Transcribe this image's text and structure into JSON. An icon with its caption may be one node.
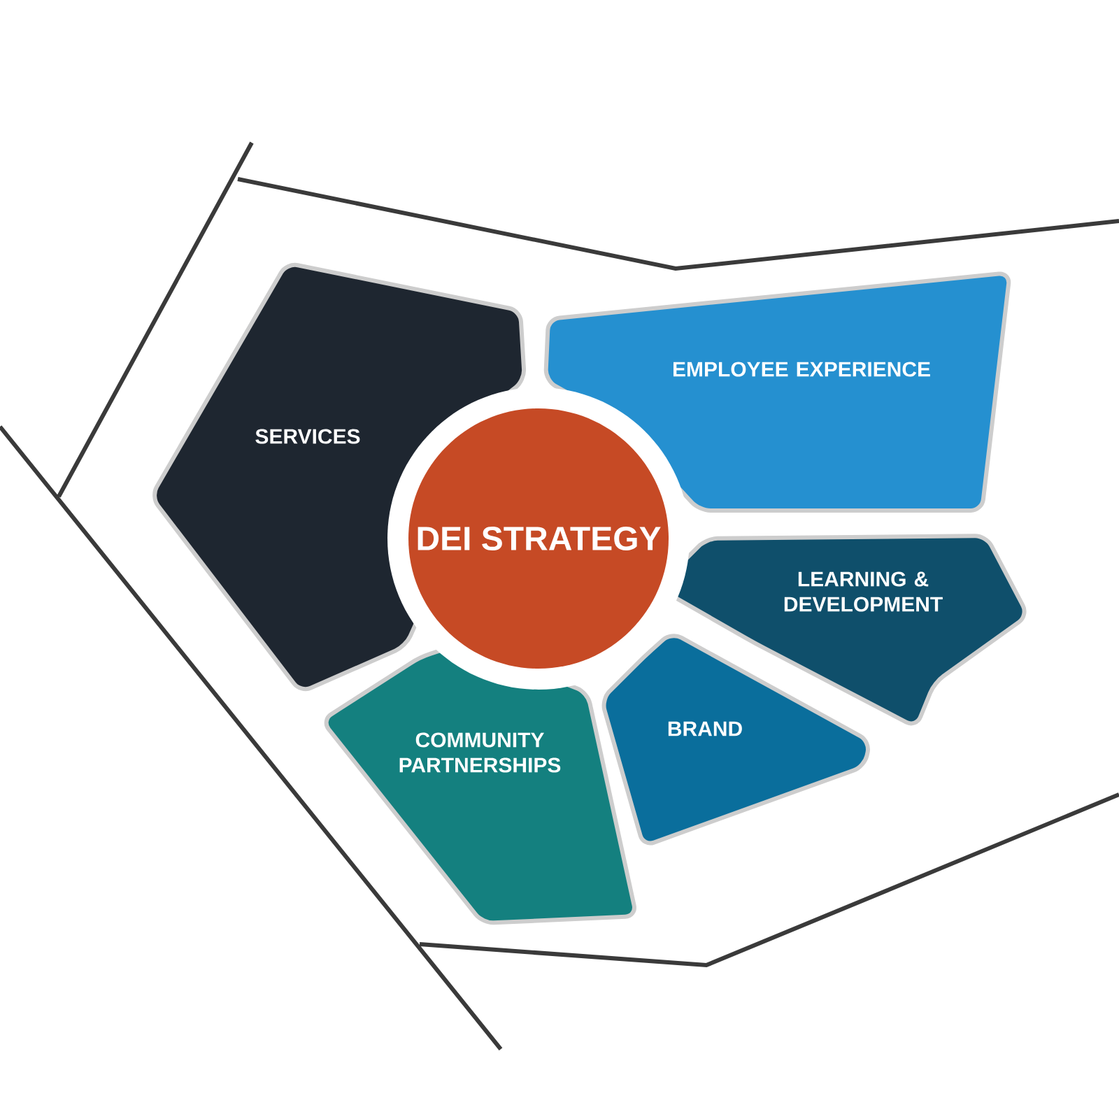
{
  "diagram": {
    "nodes": [
      {
        "text": [
          "DEI STRATEGY"
        ]
      },
      {
        "text": [
          "SERVICES"
        ]
      },
      {
        "text": [
          "EMPLOYEE EXPERIENCE"
        ]
      },
      {
        "text": [
          "LEARNING & DEVELOPMENT"
        ]
      },
      {
        "text": [
          "BRAND"
        ]
      },
      {
        "text": [
          "COMMUNITY PARTNERSHIPS"
        ]
      }
    ]
  }
}
